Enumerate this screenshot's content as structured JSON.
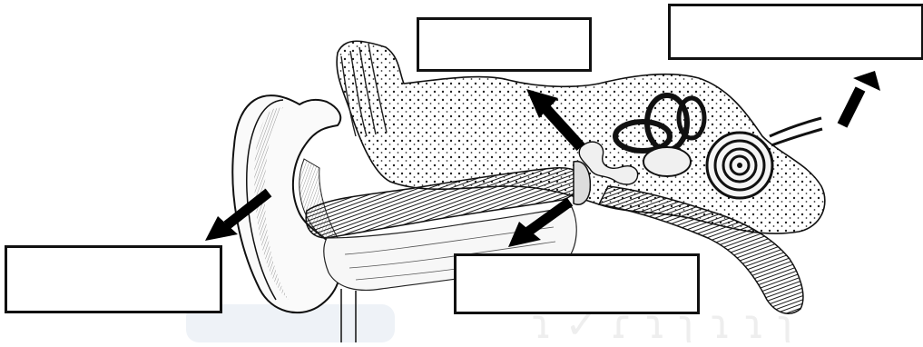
{
  "diagram": {
    "labels": [
      {
        "id": "box-top-middle",
        "text": ""
      },
      {
        "id": "box-top-right",
        "text": ""
      },
      {
        "id": "box-bottom-left",
        "text": ""
      },
      {
        "id": "box-bottom-middle",
        "text": ""
      }
    ]
  },
  "colors": {
    "ink": "#111111",
    "bone_fill": "#f4f4f4",
    "canal_dark": "#2a2a2a",
    "watermark": "#e6ecf4"
  }
}
